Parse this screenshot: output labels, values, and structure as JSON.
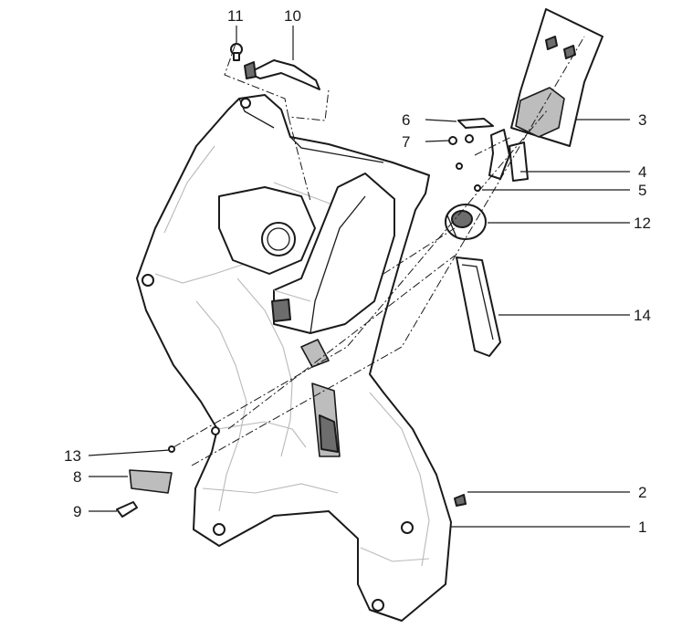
{
  "diagram": {
    "callouts": [
      {
        "id": "11",
        "label": "11"
      },
      {
        "id": "10",
        "label": "10"
      },
      {
        "id": "3",
        "label": "3"
      },
      {
        "id": "6",
        "label": "6"
      },
      {
        "id": "7",
        "label": "7"
      },
      {
        "id": "4",
        "label": "4"
      },
      {
        "id": "5",
        "label": "5"
      },
      {
        "id": "12",
        "label": "12"
      },
      {
        "id": "14",
        "label": "14"
      },
      {
        "id": "13",
        "label": "13"
      },
      {
        "id": "8",
        "label": "8"
      },
      {
        "id": "9",
        "label": "9"
      },
      {
        "id": "2",
        "label": "2"
      },
      {
        "id": "1",
        "label": "1"
      }
    ]
  }
}
